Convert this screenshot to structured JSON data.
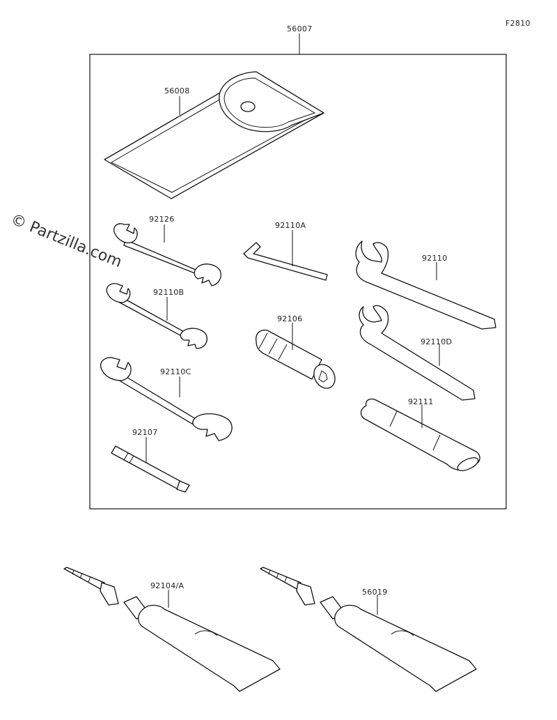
{
  "figure_code": "F2810",
  "watermark": "© Partzilla.com",
  "parts": {
    "p56007": "56007",
    "p56008": "56008",
    "p92126": "92126",
    "p92110B": "92110B",
    "p92110C": "92110C",
    "p92107": "92107",
    "p92110A": "92110A",
    "p92106": "92106",
    "p92110": "92110",
    "p92110D": "92110D",
    "p92111": "92111",
    "p92104A": "92104/A",
    "p56019": "56019"
  }
}
